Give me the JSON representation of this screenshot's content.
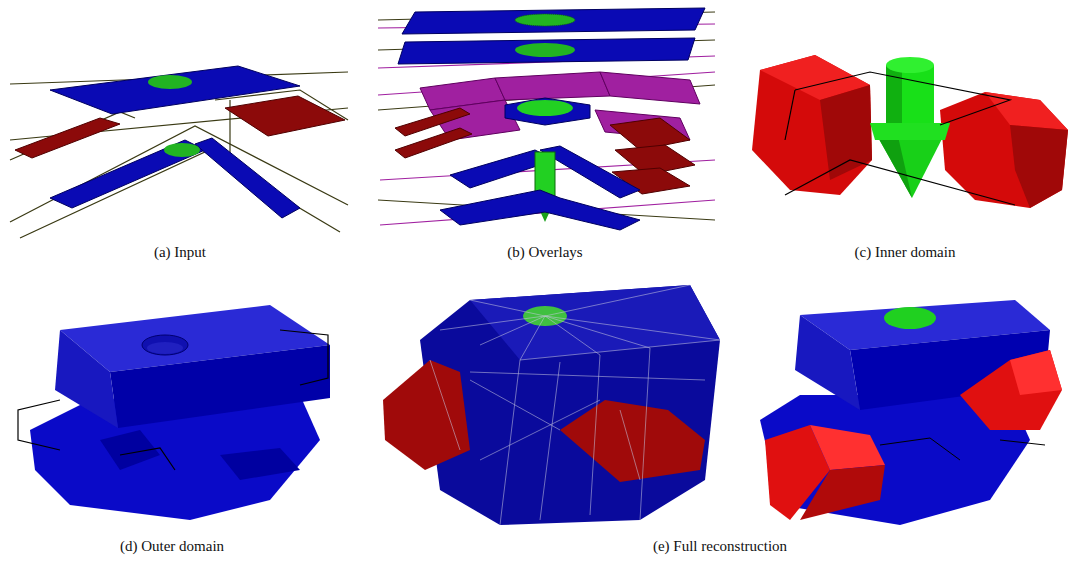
{
  "diagram": {
    "labels": [
      "(a) Input",
      "(b) Overlays",
      "(c) Inner domain",
      "(d) Outer domain",
      "(e) Full reconstruction"
    ]
  }
}
